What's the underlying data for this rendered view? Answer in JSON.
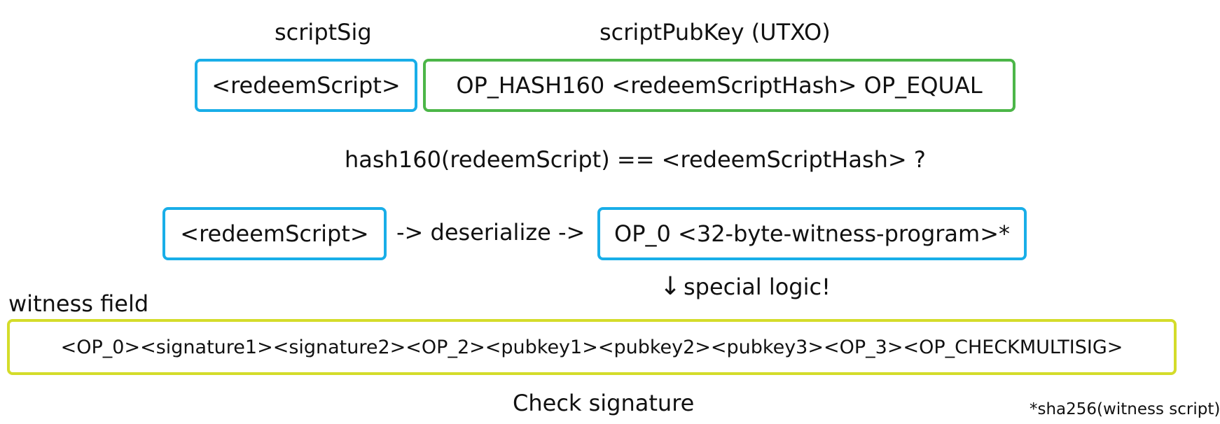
{
  "labels": {
    "script_sig": "scriptSig",
    "script_pubkey": "scriptPubKey (UTXO)",
    "hash_check": "hash160(redeemScript) == <redeemScriptHash> ?",
    "deserialize": "-> deserialize ->",
    "special_logic": "special logic!",
    "witness_field": "witness field",
    "check_signature": "Check signature",
    "footnote": "*sha256(witness script)"
  },
  "boxes": {
    "redeem_script_top": "<redeemScript>",
    "script_pubkey": "OP_HASH160 <redeemScriptHash> OP_EQUAL",
    "redeem_script_mid": "<redeemScript>",
    "witness_program": "OP_0 <32-byte-witness-program>*",
    "witness_data": "<OP_0><signature1><signature2><OP_2><pubkey1><pubkey2><pubkey3><OP_3><OP_CHECKMULTISIG>"
  },
  "colors": {
    "script_sig_border": "#19aee8",
    "script_pubkey_border": "#4cb648",
    "witness_border": "#d4dc2a"
  },
  "icons": {
    "down_arrow": "↓"
  }
}
